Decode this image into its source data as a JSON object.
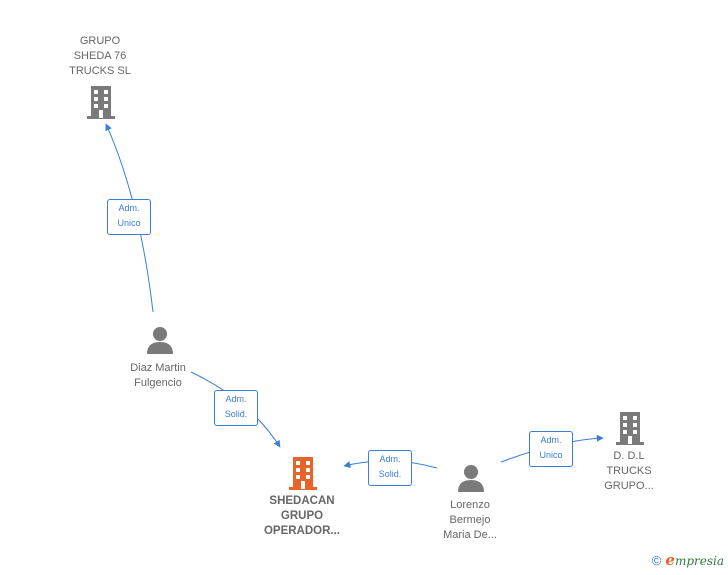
{
  "nodes": {
    "grupo_sheda": {
      "label": "GRUPO\nSHEDA 76\nTRUCKS  SL",
      "type": "company"
    },
    "diaz_martin": {
      "label": "Diaz Martin\nFulgencio",
      "type": "person"
    },
    "shedacan": {
      "label": "SHEDACAN\nGRUPO\nOPERADOR...",
      "type": "company-main"
    },
    "lorenzo": {
      "label": "Lorenzo\nBermejo\nMaria De...",
      "type": "person"
    },
    "ddl_trucks": {
      "label": "D. D.L\nTRUCKS\nGRUPO...",
      "type": "company"
    }
  },
  "edges": [
    {
      "from": "diaz_martin",
      "to": "grupo_sheda",
      "label": "Adm.\nUnico"
    },
    {
      "from": "diaz_martin",
      "to": "shedacan",
      "label": "Adm.\nSolid."
    },
    {
      "from": "lorenzo",
      "to": "shedacan",
      "label": "Adm.\nSolid."
    },
    {
      "from": "lorenzo",
      "to": "ddl_trucks",
      "label": "Adm.\nUnico"
    }
  ],
  "colors": {
    "edge": "#3a7fd5",
    "icon_default": "#7a7a7a",
    "icon_main": "#e8632a"
  },
  "footer": {
    "copyright_symbol": "©",
    "brand_first_letter": "e",
    "brand_rest": "mpresia"
  }
}
